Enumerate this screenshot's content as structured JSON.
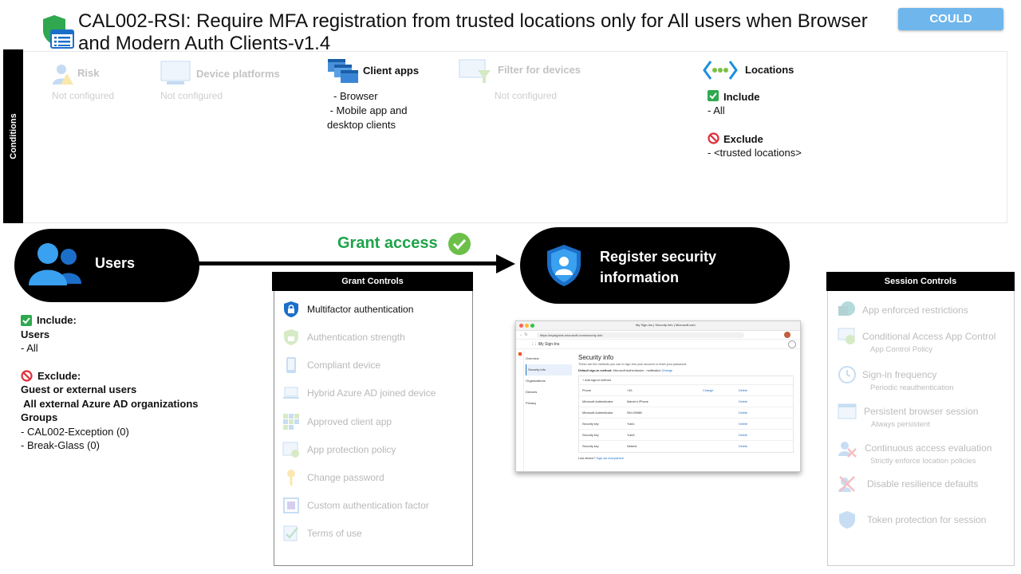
{
  "header": {
    "title": "CAL002-RSI: Require MFA registration from trusted locations only for All users when Browser and Modern Auth Clients-v1.4",
    "tag": "COULD"
  },
  "conditions": {
    "label": "Conditions",
    "risk": {
      "title": "Risk",
      "value": "Not configured"
    },
    "device_platforms": {
      "title": "Device platforms",
      "value": "Not configured"
    },
    "client_apps": {
      "title": "Client apps",
      "lines": [
        "- Browser",
        " - Mobile app and",
        "desktop clients"
      ]
    },
    "filter_devices": {
      "title": "Filter for devices",
      "value": "Not configured"
    },
    "locations": {
      "title": "Locations",
      "include_label": "Include",
      "include_value": "- All",
      "exclude_label": "Exclude",
      "exclude_value": "- <trusted locations>"
    }
  },
  "flow": {
    "users_label": "Users",
    "grant_label": "Grant access",
    "target_label": "Register security information"
  },
  "users": {
    "include_label": "Include:",
    "include_lines": [
      "Users",
      "- All"
    ],
    "exclude_label": "Exclude:",
    "exclude_lines": [
      "Guest or external users",
      " All external Azure AD organizations",
      "Groups",
      "- CAL002-Exception (0)",
      "- Break-Glass (0)"
    ]
  },
  "grant_controls": {
    "title": "Grant Controls",
    "items": [
      {
        "label": "Multifactor authentication",
        "icon": "lock-shield-icon",
        "active": true
      },
      {
        "label": "Authentication strength",
        "icon": "shield-lock-icon",
        "active": false
      },
      {
        "label": "Compliant device",
        "icon": "phone-icon",
        "active": false
      },
      {
        "label": "Hybrid Azure AD joined device",
        "icon": "laptop-icon",
        "active": false
      },
      {
        "label": "Approved client app",
        "icon": "grid-apps-icon",
        "active": false
      },
      {
        "label": "App protection policy",
        "icon": "app-protect-icon",
        "active": false
      },
      {
        "label": "Change password",
        "icon": "key-icon",
        "active": false
      },
      {
        "label": "Custom authentication factor",
        "icon": "custom-factor-icon",
        "active": false
      },
      {
        "label": "Terms of use",
        "icon": "checklist-icon",
        "active": false
      }
    ]
  },
  "session_controls": {
    "title": "Session Controls",
    "items": [
      {
        "label": "App enforced restrictions",
        "sub": ""
      },
      {
        "label": "Conditional Access App Control",
        "sub": "App Control Policy"
      },
      {
        "label": "Sign-in frequency",
        "sub": "Periodic reauthentication"
      },
      {
        "label": "Persistent browser session",
        "sub": "Always persistent"
      },
      {
        "label": "Continuous access evaluation",
        "sub": "Strictly enforce location policies"
      },
      {
        "label": "Disable resilience defaults",
        "sub": ""
      },
      {
        "label": "Token protection for session",
        "sub": ""
      }
    ]
  },
  "screenshot": {
    "window_title": "My Sign-Ins | Security Info | Microsoft.com",
    "url": "https://mysignins.microsoft.com/security-info",
    "app_name": "My Sign-Ins",
    "nav": [
      "Overview",
      "Security info",
      "Organizations",
      "Devices",
      "Privacy"
    ],
    "heading": "Security info",
    "description": "These are the methods you use to sign into your account or reset your password.",
    "default_method_label": "Default sign-in method:",
    "default_method_value": "Microsoft Authenticator - notification",
    "default_method_link": "Change",
    "add_method": "Add sign-in method",
    "rows": [
      {
        "method": "Phone",
        "detail": "+43",
        "action1": "Change",
        "action2": "Delete"
      },
      {
        "method": "Microsoft Authenticator",
        "detail": "Marvin's iPhone",
        "action1": "",
        "action2": "Delete"
      },
      {
        "method": "Microsoft Authenticator",
        "detail": "SM-G998B",
        "action1": "",
        "action2": "Delete"
      },
      {
        "method": "Security key",
        "detail": "Yubi1",
        "action1": "",
        "action2": "Delete"
      },
      {
        "method": "Security key",
        "detail": "Yubi3",
        "action1": "",
        "action2": "Delete"
      },
      {
        "method": "Security key",
        "detail": "Netwrd",
        "action1": "",
        "action2": "Delete"
      }
    ],
    "lost_device": "Lost device?",
    "lost_device_link": "Sign out everywhere"
  }
}
